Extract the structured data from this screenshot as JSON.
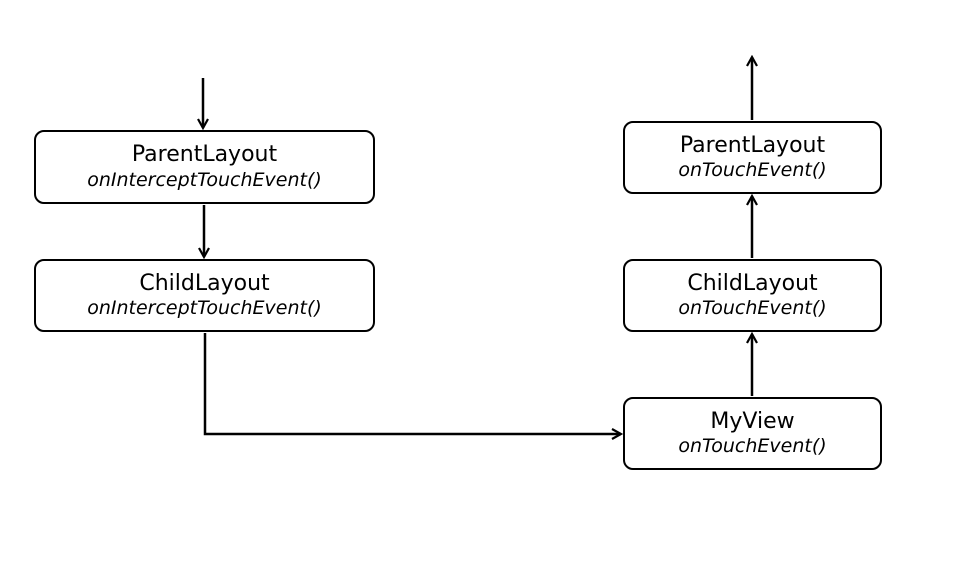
{
  "nodes": {
    "parent_intercept": {
      "title": "ParentLayout",
      "method": "onInterceptTouchEvent()"
    },
    "child_intercept": {
      "title": "ChildLayout",
      "method": "onInterceptTouchEvent()"
    },
    "myview_touch": {
      "title": "MyView",
      "method": "onTouchEvent()"
    },
    "child_touch": {
      "title": "ChildLayout",
      "method": "onTouchEvent()"
    },
    "parent_touch": {
      "title": "ParentLayout",
      "method": "onTouchEvent()"
    }
  },
  "edges": [
    {
      "from": "incoming",
      "to": "parent_intercept"
    },
    {
      "from": "parent_intercept",
      "to": "child_intercept"
    },
    {
      "from": "child_intercept",
      "to": "myview_touch"
    },
    {
      "from": "myview_touch",
      "to": "child_touch"
    },
    {
      "from": "child_touch",
      "to": "parent_touch"
    },
    {
      "from": "parent_touch",
      "to": "outgoing"
    }
  ],
  "colors": {
    "line": "#000000",
    "node_border": "#000000",
    "background": "#ffffff"
  }
}
